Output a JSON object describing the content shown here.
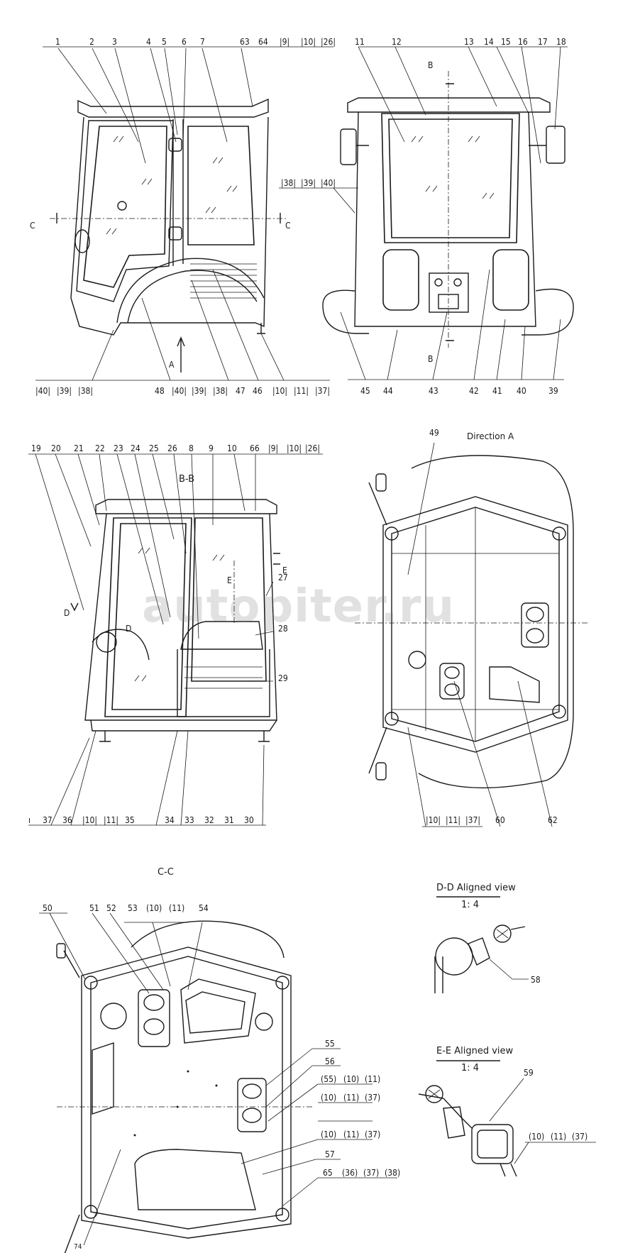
{
  "views": {
    "side_view": {
      "section_markers": [
        "C",
        "C"
      ],
      "arrow_label": "A",
      "top_labels": [
        "1",
        "2",
        "3",
        "4",
        "5",
        "6",
        "7",
        "63",
        "64",
        "|9|",
        "|10|",
        "|26|"
      ],
      "bottom_labels": [
        "|40|",
        "|39|",
        "|38|",
        "48",
        "|40|",
        "|39|",
        "|38|",
        "47",
        "46",
        "|10|",
        "|11|",
        "|37|"
      ]
    },
    "front_view": {
      "section_markers": [
        "B",
        "B"
      ],
      "top_labels": [
        "11",
        "12",
        "13",
        "14",
        "15",
        "16",
        "17",
        "18"
      ],
      "left_labels": [
        "|38|",
        "|39|",
        "|40|"
      ],
      "bottom_labels": [
        "45",
        "44",
        "43",
        "42",
        "41",
        "40",
        "39"
      ]
    },
    "section_bb": {
      "title": "B-B",
      "section_markers": [
        "D",
        "D",
        "E",
        "E"
      ],
      "top_labels": [
        "19",
        "20",
        "21",
        "22",
        "23",
        "24",
        "25",
        "26",
        "8",
        "9",
        "10",
        "66",
        "|9|",
        "|10|",
        "|26|"
      ],
      "side_labels": [
        "27",
        "28",
        "29"
      ],
      "bottom_labels": [
        "ı",
        "37",
        "36",
        "|10|",
        "|11|",
        "35",
        "34",
        "33",
        "32",
        "31",
        "30"
      ]
    },
    "direction_a": {
      "title": "Direction A",
      "top_labels": [
        "49"
      ],
      "bottom_labels": [
        "|10|",
        "|11|",
        "|37|",
        "60",
        "62"
      ]
    },
    "section_cc": {
      "title": "C-C",
      "top_labels": [
        "50",
        "51",
        "52",
        "53",
        "(10)",
        "(11)",
        "54"
      ],
      "right_labels": [
        "55",
        "56",
        "(55)",
        "(10)",
        "(11)",
        "(10)",
        "(11)",
        "(37)",
        "(10)",
        "(11)",
        "(37)",
        "57",
        "65",
        "(36)",
        "(37)",
        "(38)"
      ],
      "bottom_labels": [
        "74"
      ]
    },
    "dd_aligned": {
      "title": "D-D Aligned view",
      "scale": "1: 4",
      "labels": [
        "58"
      ]
    },
    "ee_aligned": {
      "title": "E-E Aligned view",
      "scale": "1: 4",
      "labels": [
        "59",
        "(10)",
        "(11)",
        "(37)"
      ]
    }
  },
  "watermark": "autopiter.ru"
}
